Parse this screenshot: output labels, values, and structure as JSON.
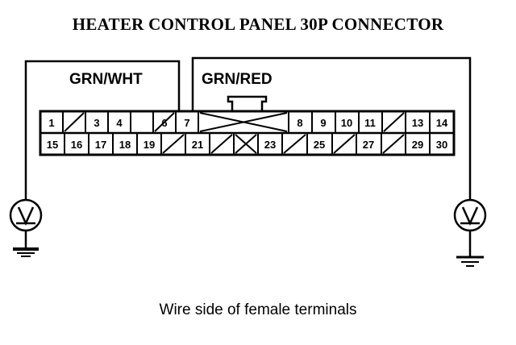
{
  "diagram": {
    "title": "HEATER CONTROL PANEL 30P CONNECTOR",
    "caption": "Wire side of female terminals",
    "type": "wiring-connector-pinout",
    "ink_color": "#000000",
    "background_color": "#ffffff"
  },
  "wires": [
    {
      "id": "wire-grn-wht",
      "label": "GRN/WHT",
      "from_terminal": "7",
      "to_instrument": "voltmeter-left"
    },
    {
      "id": "wire-grn-red",
      "label": "GRN/RED",
      "from_terminal": "8",
      "to_instrument": "voltmeter-right"
    }
  ],
  "connector": {
    "pin_count": "30P",
    "rows": [
      {
        "name": "top-row",
        "cells": [
          {
            "label": "1",
            "type": "numbered"
          },
          {
            "label": "",
            "type": "blank-slash"
          },
          {
            "label": "3",
            "type": "numbered"
          },
          {
            "label": "4",
            "type": "numbered"
          },
          {
            "label": "",
            "type": "blank-slash"
          },
          {
            "label": "6",
            "type": "numbered"
          },
          {
            "label": "7",
            "type": "numbered"
          },
          {
            "label": "",
            "type": "blank-wide-cross",
            "span": 3
          },
          {
            "label": "8",
            "type": "numbered"
          },
          {
            "label": "9",
            "type": "numbered"
          },
          {
            "label": "10",
            "type": "numbered"
          },
          {
            "label": "11",
            "type": "numbered"
          },
          {
            "label": "",
            "type": "blank-slash"
          },
          {
            "label": "13",
            "type": "numbered"
          },
          {
            "label": "14",
            "type": "numbered"
          }
        ]
      },
      {
        "name": "bottom-row",
        "cells": [
          {
            "label": "15",
            "type": "numbered"
          },
          {
            "label": "16",
            "type": "numbered"
          },
          {
            "label": "17",
            "type": "numbered"
          },
          {
            "label": "18",
            "type": "numbered"
          },
          {
            "label": "19",
            "type": "numbered"
          },
          {
            "label": "",
            "type": "blank-slash"
          },
          {
            "label": "21",
            "type": "numbered"
          },
          {
            "label": "",
            "type": "blank-slash"
          },
          {
            "label": "",
            "type": "blank-cross"
          },
          {
            "label": "23",
            "type": "numbered"
          },
          {
            "label": "",
            "type": "blank-slash"
          },
          {
            "label": "25",
            "type": "numbered"
          },
          {
            "label": "",
            "type": "blank-slash"
          },
          {
            "label": "27",
            "type": "numbered"
          },
          {
            "label": "",
            "type": "blank-slash"
          },
          {
            "label": "29",
            "type": "numbered"
          },
          {
            "label": "30",
            "type": "numbered"
          }
        ]
      }
    ],
    "lock_tab": {
      "name": "locking-tab",
      "position": "top-center"
    }
  },
  "instruments": [
    {
      "id": "voltmeter-left",
      "symbol": "V",
      "name": "voltmeter-left",
      "ground": true
    },
    {
      "id": "voltmeter-right",
      "symbol": "V",
      "name": "voltmeter-right",
      "ground": true
    }
  ]
}
